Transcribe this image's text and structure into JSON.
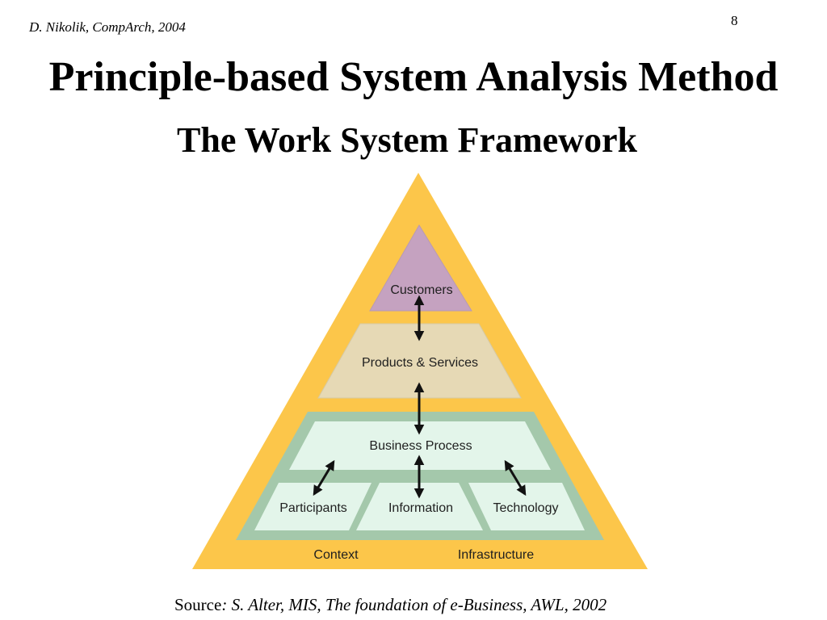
{
  "slide": {
    "author_note": "D. Nikolik, CompArch, 2004",
    "page_number": "8",
    "title": "Principle-based System Analysis Method",
    "subtitle": "The Work System Framework"
  },
  "diagram": {
    "nodes": {
      "customers": "Customers",
      "products_services": "Products & Services",
      "business_process": "Business Process",
      "participants": "Participants",
      "information": "Information",
      "technology": "Technology"
    },
    "base_labels": {
      "context": "Context",
      "infrastructure": "Infrastructure"
    },
    "colors": {
      "outer_triangle": "#fcc64a",
      "customers_fill": "#c5a2c0",
      "products_fill": "#e6d9b5",
      "process_band": "#a4c8ab",
      "process_fill": "#e3f5ea",
      "arrows": "#111111"
    }
  },
  "source": {
    "prefix": "Source",
    "reference": ": S. Alter, MIS, The foundation of e-Business, AWL, 2002"
  }
}
